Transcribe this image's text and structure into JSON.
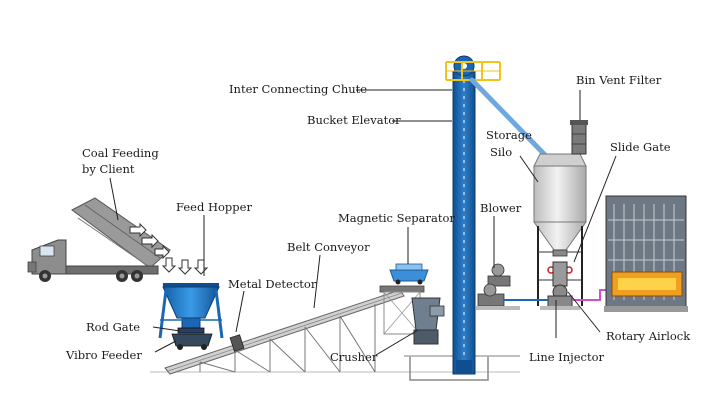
{
  "labels": {
    "coal_feeding": [
      "Coal Feeding",
      "by Client"
    ],
    "feed_hopper": "Feed Hopper",
    "inter_connecting_chute": "Inter Connecting Chute",
    "bucket_elevator": "Bucket Elevator",
    "bin_vent_filter": "Bin Vent Filter",
    "storage_silo": [
      "Storage",
      "Silo"
    ],
    "slide_gate": "Slide Gate",
    "magnetic_separator": "Magnetic Separator",
    "blower": "Blower",
    "belt_conveyor": "Belt Conveyor",
    "metal_detector": "Metal Detector",
    "rod_gate": "Rod Gate",
    "vibro_feeder": "Vibro Feeder",
    "crusher": "Crusher",
    "line_injector": "Line Injector",
    "rotary_airlock": "Rotary Airlock"
  },
  "colors": {
    "hopper_blue": "#1e7fd0",
    "chute_blue": "#6fa8dc",
    "elevator_blue": "#1a67b3",
    "rail_yellow": "#f0c419",
    "truck_gray": "#8a8a8a",
    "silo_gray": "#d8d8d8",
    "pipe_magenta": "#d04fd0"
  }
}
